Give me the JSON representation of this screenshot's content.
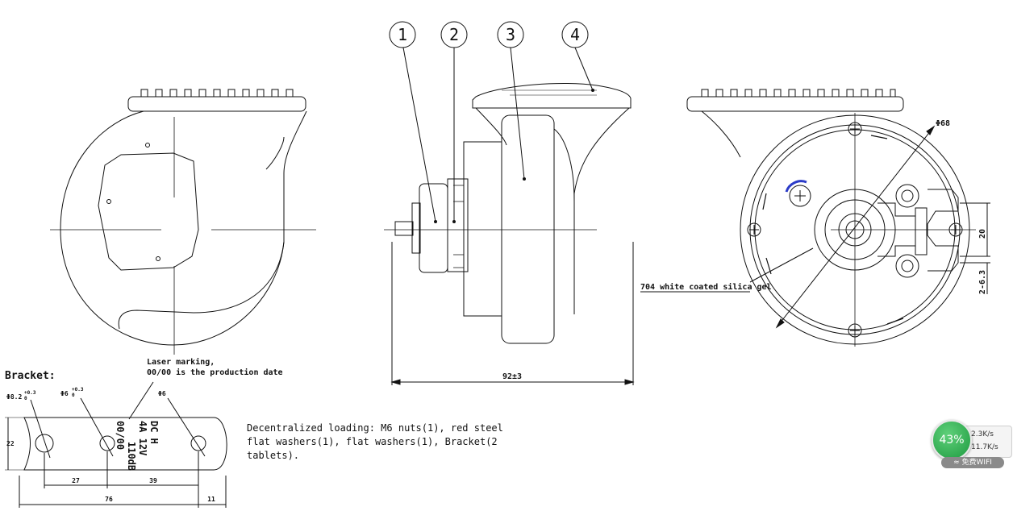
{
  "callouts": [
    "1",
    "2",
    "3",
    "4"
  ],
  "notes": {
    "bracket_title": "Bracket:",
    "laser_marking": "Laser marking,\n00/00 is the production date",
    "silica_gel": "704 white coated silica gel",
    "loading": "Decentralized loading: M6 nuts(1), red steel flat washers(1), flat washers(1), Bracket(2 tablets)."
  },
  "dimensions": {
    "width_92": "92±3",
    "dia_68": "Φ68",
    "dim_20": "20",
    "dim_2_6_3": "2-6.3",
    "bracket_hole1": "Φ8.2",
    "bracket_hole1_tol": "+0.3",
    "bracket_hole1_tol2": "0",
    "bracket_hole2": "Φ6",
    "bracket_hole2_tol": "+0.3",
    "bracket_hole2_tol2": "0",
    "bracket_hole3": "Φ6",
    "bracket_height": "22",
    "bracket_27": "27",
    "bracket_39": "39",
    "bracket_76": "76",
    "bracket_11": "11"
  },
  "bracket_marking": {
    "line1": "DC    H",
    "line2": "4A   12V",
    "line3": "110dB",
    "line4": "00/00"
  },
  "network_widget": {
    "percent": "43%",
    "up": "2.3K/s",
    "down": "11.7K/s",
    "wifi_label": "免费WIFI",
    "up_icon": "arrow-up-icon",
    "down_icon": "arrow-down-icon",
    "wifi_icon": "wifi-icon",
    "accent": "#2aa84a"
  }
}
